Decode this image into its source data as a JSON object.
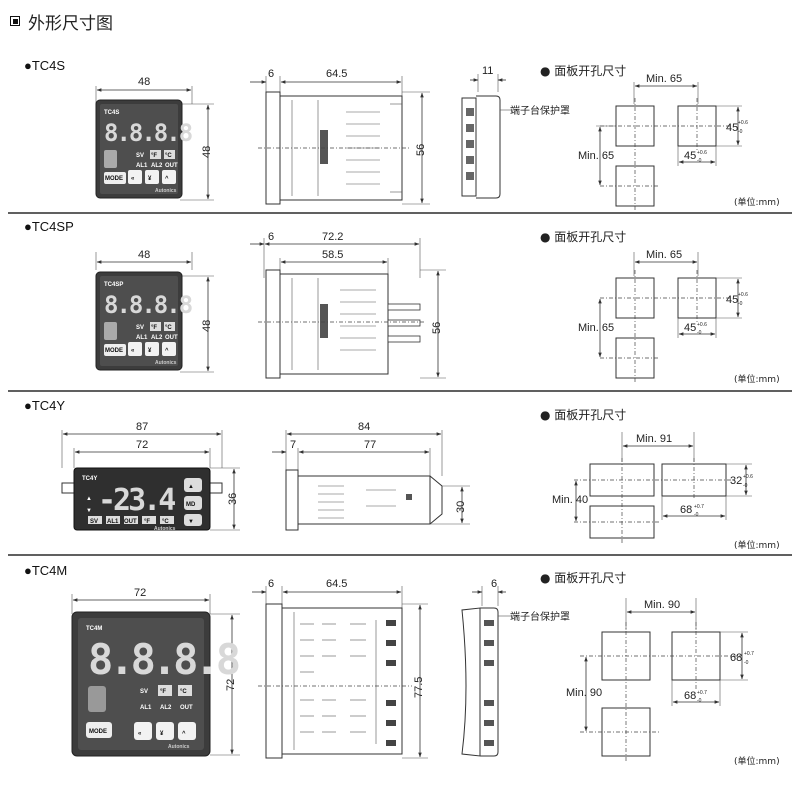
{
  "page": {
    "title": "外形尺寸图"
  },
  "sections": [
    {
      "model": "●TC4S",
      "front": {
        "width": "48",
        "height": "48",
        "face_label": "TC4S",
        "digits": "8.8.8.8",
        "btn_mode": "MODE",
        "lbl_sv": "SV",
        "lbl_f": "°F",
        "lbl_c": "°C",
        "lbl_al1": "AL1",
        "lbl_al2": "AL2",
        "lbl_out": "OUT",
        "brand": "Autonics"
      },
      "side": {
        "bezel": "6",
        "depth": "64.5",
        "height": "56"
      },
      "rear": {
        "cover_depth": "11",
        "cover_label": "端子台保护罩"
      },
      "cutout": {
        "heading": "● 面板开孔尺寸",
        "min_h": "Min. 65",
        "min_v": "Min. 65",
        "hole_v": "45",
        "hole_v_tol_plus": "+0.6",
        "hole_v_tol_minus": "-0",
        "hole_h": "45",
        "hole_h_tol_plus": "+0.6",
        "hole_h_tol_minus": "-0",
        "unit": "(单位:mm)"
      }
    },
    {
      "model": "●TC4SP",
      "front": {
        "width": "48",
        "height": "48",
        "face_label": "TC4SP",
        "digits": "8.8.8.8",
        "btn_mode": "MODE",
        "lbl_sv": "SV",
        "lbl_f": "°F",
        "lbl_c": "°C",
        "lbl_al1": "AL1",
        "lbl_al2": "AL2",
        "lbl_out": "OUT",
        "brand": "Autonics"
      },
      "side": {
        "bezel": "6",
        "depth": "72.2",
        "inner_depth": "58.5",
        "height": "56"
      },
      "cutout": {
        "heading": "● 面板开孔尺寸",
        "min_h": "Min. 65",
        "min_v": "Min. 65",
        "hole_v": "45",
        "hole_v_tol_plus": "+0.6",
        "hole_v_tol_minus": "-0",
        "hole_h": "45",
        "hole_h_tol_plus": "+0.6",
        "hole_h_tol_minus": "-0",
        "unit": "(单位:mm)"
      }
    },
    {
      "model": "●TC4Y",
      "front": {
        "width_outer": "87",
        "width_inner": "72",
        "height": "36",
        "face_label": "TC4Y",
        "display": "-23.4",
        "btn_md": "MD",
        "lbl_sv": "SV",
        "lbl_al1": "AL1",
        "lbl_out": "OUT",
        "lbl_f": "°F",
        "lbl_c": "°C",
        "brand": "Autonics"
      },
      "side": {
        "bezel": "7",
        "depth": "84",
        "inner_depth": "77",
        "height": "30"
      },
      "cutout": {
        "heading": "● 面板开孔尺寸",
        "min_h": "Min. 91",
        "min_v": "Min. 40",
        "hole_v": "32",
        "hole_v_tol_plus": "+0.6",
        "hole_v_tol_minus": "-0",
        "hole_h": "68",
        "hole_h_tol_plus": "+0.7",
        "hole_h_tol_minus": "-0",
        "unit": "(单位:mm)"
      }
    },
    {
      "model": "●TC4M",
      "front": {
        "width": "72",
        "height": "72",
        "face_label": "TC4M",
        "digits": "8.8.8.8",
        "btn_mode": "MODE",
        "lbl_sv": "SV",
        "lbl_f": "°F",
        "lbl_c": "°C",
        "lbl_al1": "AL1",
        "lbl_al2": "AL2",
        "lbl_out": "OUT",
        "brand": "Autonics"
      },
      "side": {
        "bezel": "6",
        "depth": "64.5",
        "height": "77.5"
      },
      "rear": {
        "cover_depth": "6",
        "cover_label": "端子台保护罩"
      },
      "cutout": {
        "heading": "● 面板开孔尺寸",
        "min_h": "Min. 90",
        "min_v": "Min. 90",
        "hole_v": "68",
        "hole_v_tol_plus": "+0.7",
        "hole_v_tol_minus": "-0",
        "hole_h": "68",
        "hole_h_tol_plus": "+0.7",
        "hole_h_tol_minus": "-0",
        "unit": "(单位:mm)"
      }
    }
  ],
  "colors": {
    "device_body": "#3c3c3c",
    "device_face": "#505050",
    "display_bg": "#2a2a2a",
    "segment": "#d8d8d8",
    "button": "#f2f2f2",
    "rule": "#000000"
  }
}
